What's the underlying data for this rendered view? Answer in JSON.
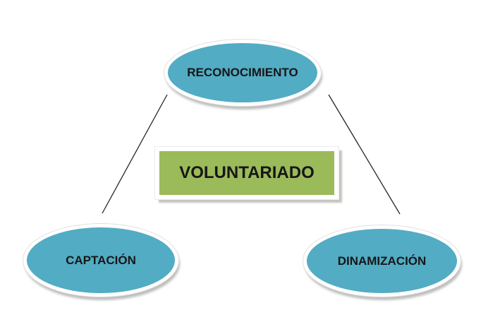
{
  "colors": {
    "background": "#ffffff",
    "node_fill": "#52ACC4",
    "center_fill": "#9BBA5A",
    "shape_border": "#ffffff",
    "text": "#161616",
    "connector": "#262626",
    "connector_light": "#8f8f8f",
    "shadow": "#c8c8c8"
  },
  "diagram": {
    "center": {
      "label": "VOLUNTARIADO"
    },
    "nodes": [
      {
        "id": "reconocimiento",
        "label": "RECONOCIMIENTO",
        "position": "top"
      },
      {
        "id": "captacion",
        "label": "CAPTACIÓN",
        "position": "bottom-left"
      },
      {
        "id": "dinamizacion",
        "label": "DINAMIZACIÓN",
        "position": "bottom-right"
      }
    ],
    "connections": [
      {
        "from": "reconocimiento",
        "to": "captacion"
      },
      {
        "from": "reconocimiento",
        "to": "dinamizacion"
      },
      {
        "from": "captacion",
        "to": "dinamizacion"
      }
    ]
  }
}
